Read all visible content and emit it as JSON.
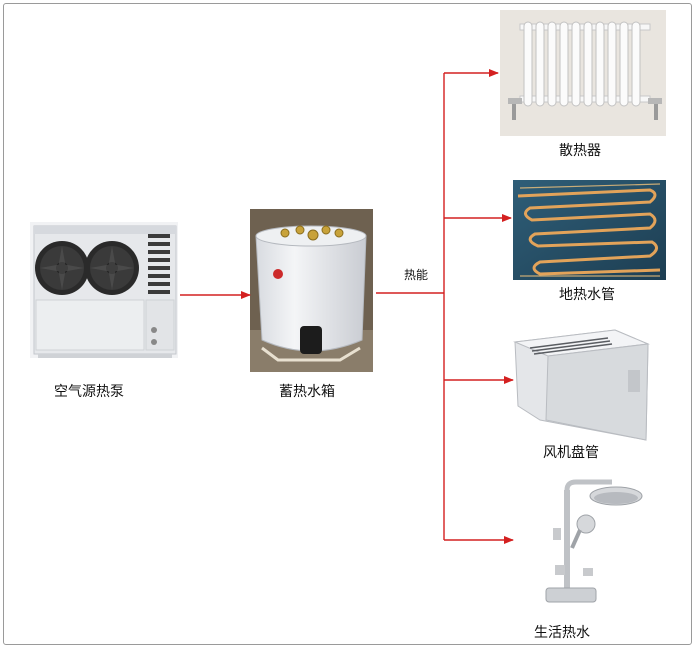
{
  "diagram": {
    "nodes": {
      "heat_pump": "空气源热泵",
      "storage_tank": "蓄热水箱",
      "radiator": "散热器",
      "floor_heating": "地热水管",
      "fan_coil": "风机盘管",
      "hot_water": "生活热水"
    },
    "edge_label": "热能",
    "colors": {
      "arrow": "#d42020",
      "frame": "#9a9a9a"
    },
    "icons": [
      "heat-pump-unit-icon",
      "storage-tank-icon",
      "radiator-icon",
      "floor-heating-pipes-icon",
      "fan-coil-unit-icon",
      "shower-icon"
    ]
  }
}
